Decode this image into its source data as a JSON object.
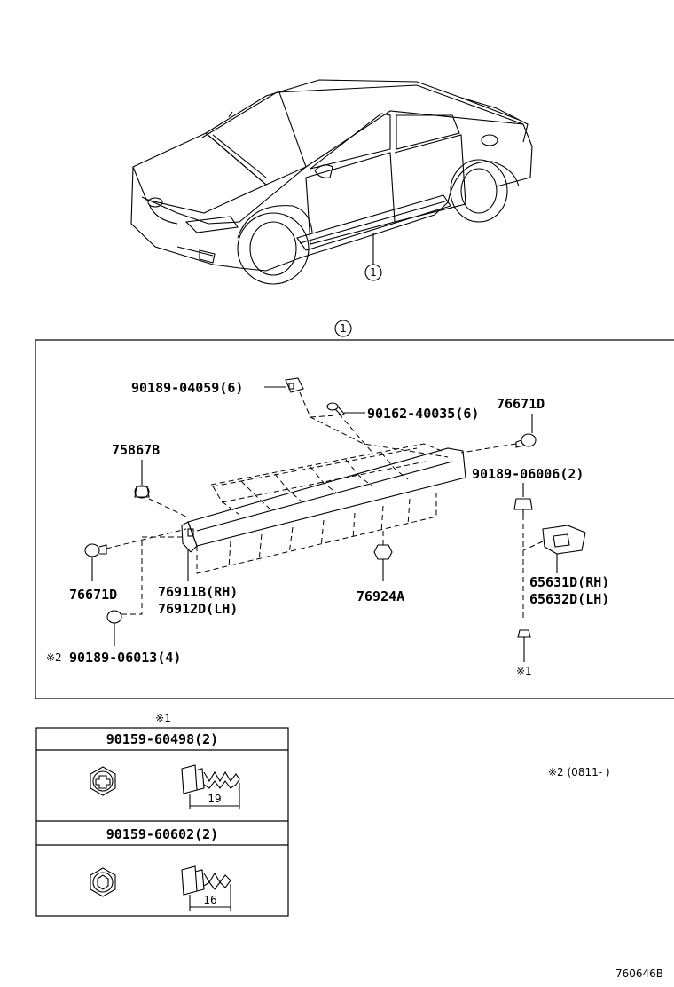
{
  "callout_number": "1",
  "labels": {
    "p_90189_04059": "90189-04059(6)",
    "p_90162_40035": "90162-40035(6)",
    "p_76671D_top": "76671D",
    "p_75867B": "75867B",
    "p_90189_06006": "90189-06006(2)",
    "p_76671D_left": "76671D",
    "p_76911B": "76911B(RH)",
    "p_76912D": "76912D(LH)",
    "p_76924A": "76924A",
    "p_65631D": "65631D(RH)",
    "p_65632D": "65632D(LH)",
    "p_90189_06013": "90189-06013(4)",
    "note2_mark": "※2",
    "note1_mark": "※1"
  },
  "fastener_table": {
    "header_mark": "※1",
    "rows": [
      {
        "part": "90159-60498(2)",
        "length": "19"
      },
      {
        "part": "90159-60602(2)",
        "length": "16"
      }
    ]
  },
  "note2": "※2 (0811-      )",
  "drawing_code": "760646B"
}
